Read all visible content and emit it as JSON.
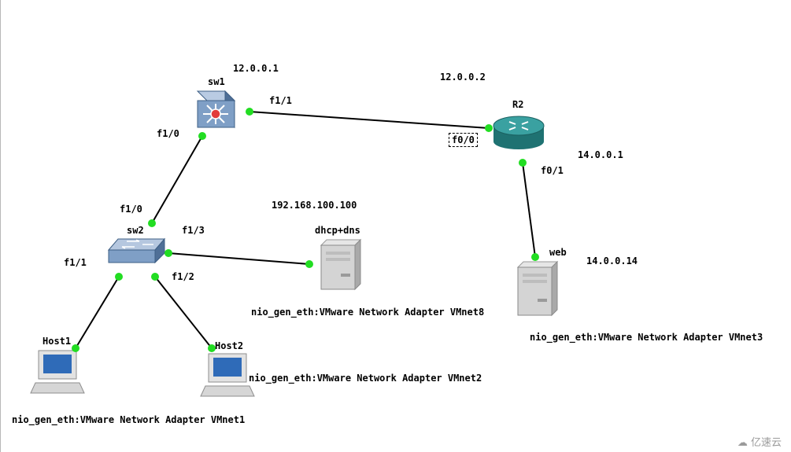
{
  "nodes": {
    "sw1": {
      "name": "sw1",
      "ip": "12.0.0.1"
    },
    "r2": {
      "name": "R2",
      "ip_left": "12.0.0.2",
      "ip_right": "14.0.0.1"
    },
    "sw2": {
      "name": "sw2"
    },
    "dhcp": {
      "name": "dhcp+dns",
      "ip": "192.168.100.100",
      "adapter": "nio_gen_eth:VMware Network Adapter VMnet8"
    },
    "web": {
      "name": "web",
      "ip": "14.0.0.14",
      "adapter": "nio_gen_eth:VMware Network Adapter VMnet3"
    },
    "host1": {
      "name": "Host1",
      "adapter": "nio_gen_eth:VMware Network Adapter VMnet1"
    },
    "host2": {
      "name": "Host2",
      "adapter": "nio_gen_eth:VMware Network Adapter VMnet2"
    }
  },
  "interfaces": {
    "sw1_f11": "f1/1",
    "sw1_f10": "f1/0",
    "r2_f00": "f0/0",
    "r2_f01": "f0/1",
    "sw2_f10": "f1/0",
    "sw2_f13": "f1/3",
    "sw2_f11": "f1/1",
    "sw2_f12": "f1/2"
  },
  "watermark": "亿速云",
  "colors": {
    "link": "#000000",
    "port": "#22dd22",
    "switch": "#7f9fc6",
    "router": "#2d8c8c"
  }
}
